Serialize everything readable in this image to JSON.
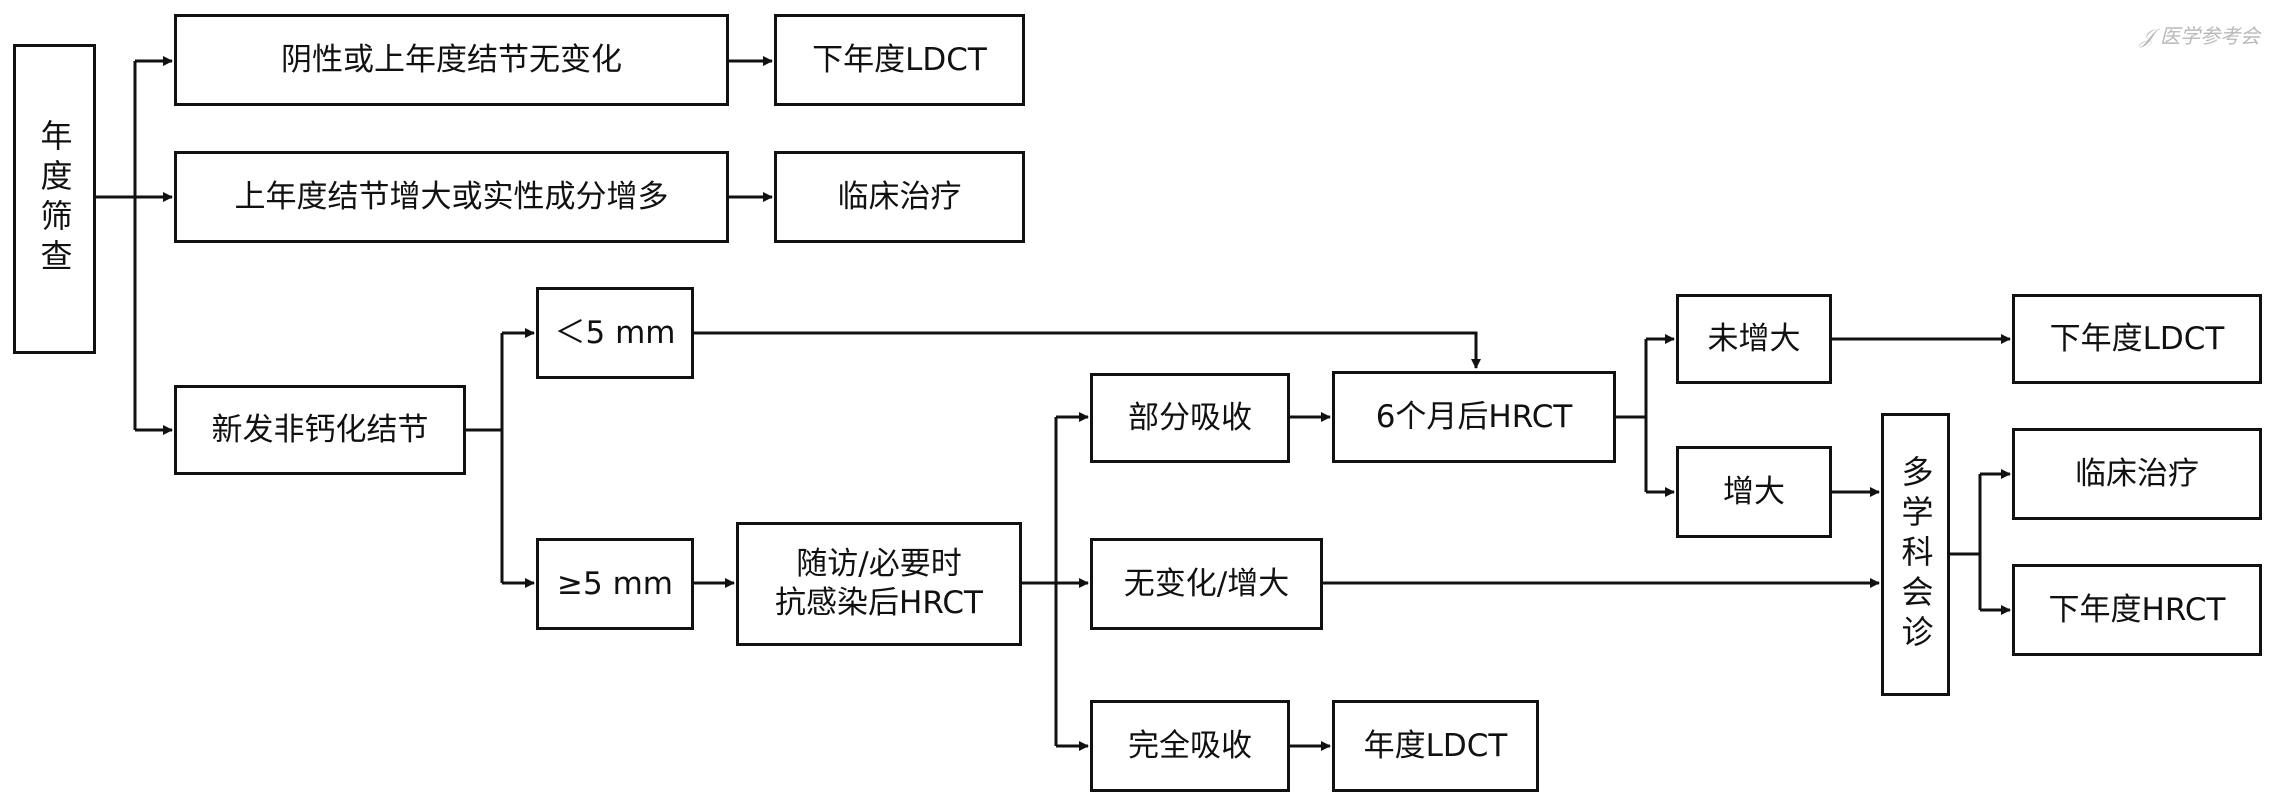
{
  "nodes": {
    "annual_screening": "年度筛查",
    "negative_unchanged": "阴性或上年度结节无变化",
    "next_ldct_1": "下年度LDCT",
    "nodule_enlarged_solid": "上年度结节增大或实性成分增多",
    "clinical_treatment_1": "临床治疗",
    "new_noncalcified": "新发非钙化结节",
    "lt5": "＜5 mm",
    "ge5": "≥5 mm",
    "followup_hrct": "随访/必要时\n抗感染后HRCT",
    "partial_absorb": "部分吸收",
    "no_change_enlarged": "无变化/增大",
    "complete_absorb": "完全吸收",
    "hrct_6m": "6个月后HRCT",
    "annual_ldct": "年度LDCT",
    "not_enlarged": "未增大",
    "enlarged": "增大",
    "mdt": "多学科会诊",
    "next_ldct_2": "下年度LDCT",
    "clinical_treatment_2": "临床治疗",
    "next_hrct": "下年度HRCT"
  },
  "watermark": "𝒥 医学参考会",
  "colors": {
    "stroke": "#111111",
    "background": "#ffffff"
  }
}
